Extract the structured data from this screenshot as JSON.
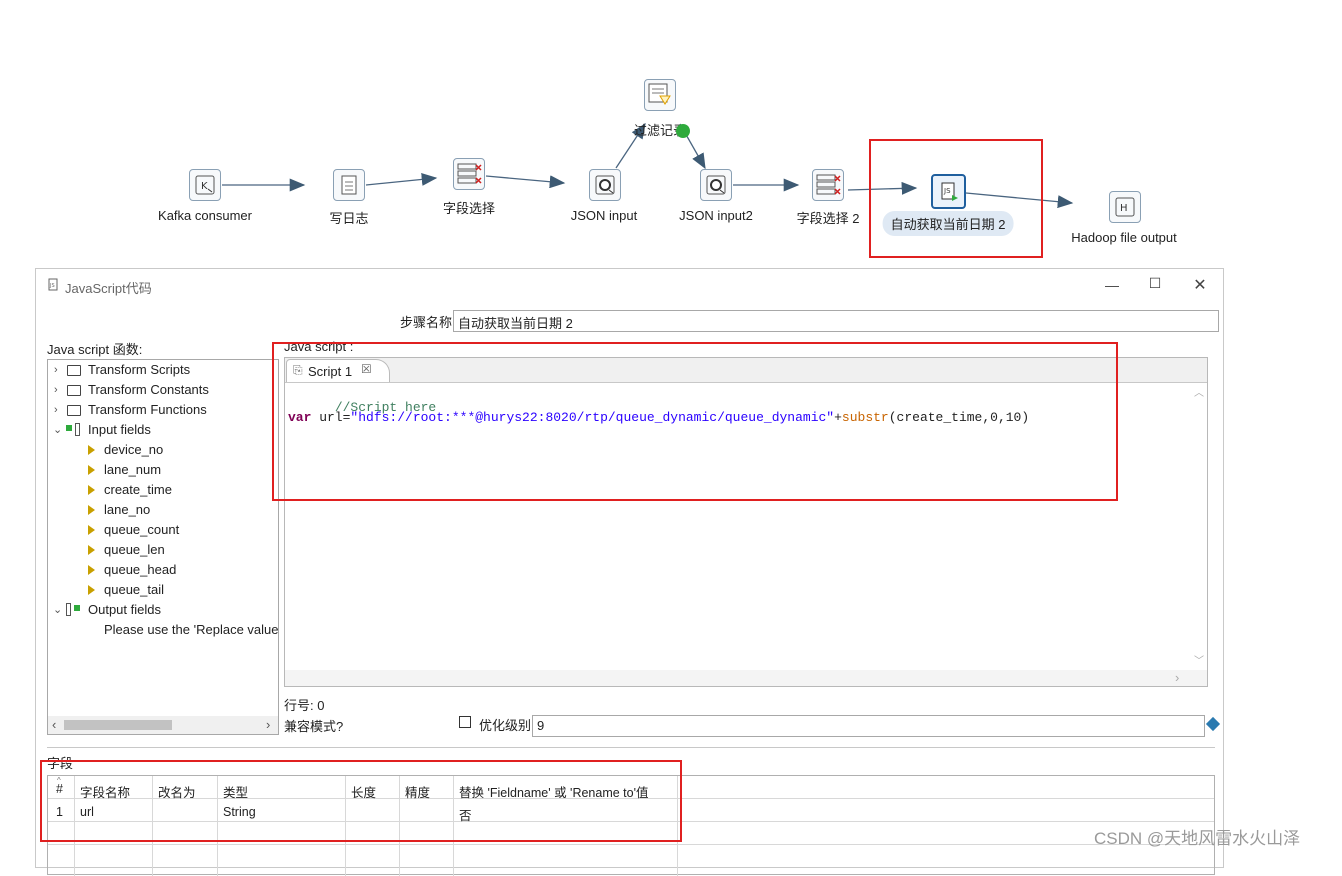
{
  "flow": {
    "nodes": [
      {
        "key": "kafka",
        "label": "Kafka consumer",
        "icon": "kafka-icon"
      },
      {
        "key": "log",
        "label": "写日志",
        "icon": "write-log-icon"
      },
      {
        "key": "select1",
        "label": "字段选择",
        "icon": "select-values-icon"
      },
      {
        "key": "json1",
        "label": "JSON input",
        "icon": "json-input-icon"
      },
      {
        "key": "filter",
        "label": "过滤记录",
        "icon": "filter-icon"
      },
      {
        "key": "json2",
        "label": "JSON input2",
        "icon": "json-input-icon"
      },
      {
        "key": "select2",
        "label": "字段选择 2",
        "icon": "select-values-icon"
      },
      {
        "key": "js",
        "label": "自动获取当前日期 2",
        "icon": "javascript-icon"
      },
      {
        "key": "hadoop",
        "label": "Hadoop file output",
        "icon": "hadoop-icon"
      }
    ]
  },
  "dialog": {
    "title": "JavaScript代码",
    "step_name_label": "步骤名称",
    "step_name_value": "自动获取当前日期 2",
    "functions_label": "Java script 函数:",
    "script_label": "Java script :",
    "tree": {
      "transform_scripts": "Transform Scripts",
      "transform_constants": "Transform Constants",
      "transform_functions": "Transform Functions",
      "input_fields": "Input fields",
      "fields": [
        "device_no",
        "lane_num",
        "create_time",
        "lane_no",
        "queue_count",
        "queue_len",
        "queue_head",
        "queue_tail"
      ],
      "output_fields": "Output fields",
      "output_hint": "Please use the 'Replace value"
    },
    "tab_label": "Script 1",
    "code": {
      "comment": "//Script here",
      "kw": "var",
      "ident": " url=",
      "str": "\"hdfs://root:***@hurys22:8020/rtp/queue_dynamic/queue_dynamic\"",
      "plus": "+",
      "fn": "substr",
      "args": "(create_time,0,10)"
    },
    "line_label": "行号: 0",
    "compat_label": "兼容模式?",
    "opt_label": "优化级别",
    "opt_value": "9",
    "fields_section": "字段",
    "columns": [
      "#",
      "字段名称",
      "改名为",
      "类型",
      "长度",
      "精度",
      "替换 'Fieldname' 或 'Rename to'值"
    ],
    "rows": [
      {
        "num": "1",
        "name": "url",
        "rename": "",
        "type": "String",
        "length": "",
        "precision": "",
        "replace": "否"
      }
    ]
  },
  "watermark": "CSDN @天地风雷水火山泽",
  "colors": {
    "highlight": "#e02020",
    "keyword": "#7f0055",
    "string": "#2a00ff",
    "comment": "#3f7f5f",
    "function": "#c86400"
  }
}
